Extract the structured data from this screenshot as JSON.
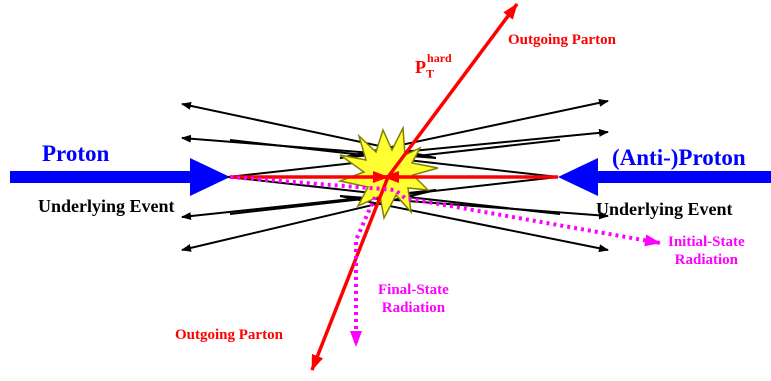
{
  "labels": {
    "proton": "Proton",
    "anti_proton": "(Anti-)Proton",
    "underlying_event_left": "Underlying Event",
    "underlying_event_right": "Underlying Event",
    "outgoing_parton_top": "Outgoing Parton",
    "outgoing_parton_bottom": "Outgoing Parton",
    "pt_main": "P",
    "pt_sup": "hard",
    "pt_sub": "T",
    "final_state_line1": "Final-State",
    "final_state_line2": "Radiation",
    "initial_state_line1": "Initial-State",
    "initial_state_line2": "Radiation"
  },
  "colors": {
    "beam": "#0000ff",
    "parton": "#ff0000",
    "radiation": "#ff00ff",
    "underlying": "#000000",
    "burst_fill": "#ffff33",
    "burst_stroke": "#808000"
  }
}
